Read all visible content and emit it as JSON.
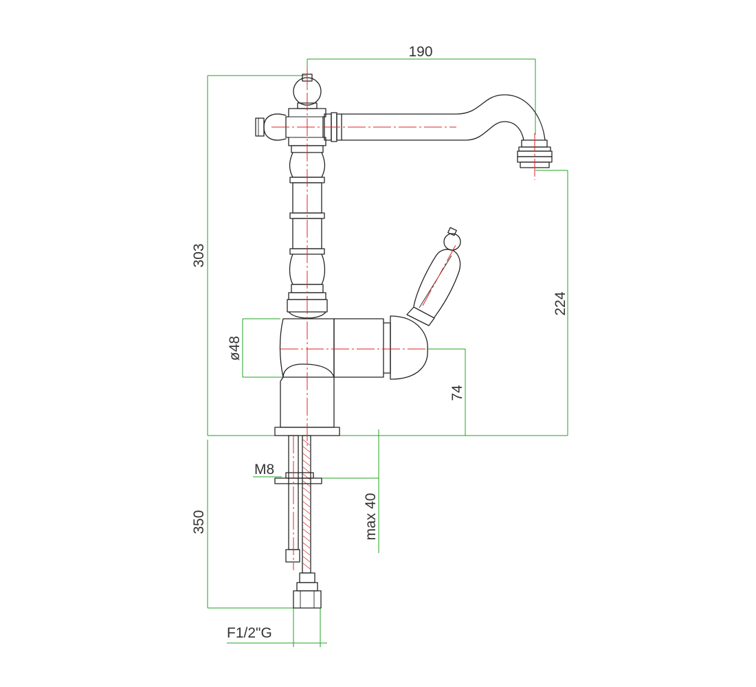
{
  "dimensions": {
    "spout_reach": "190",
    "total_height": "303",
    "spout_height": "224",
    "body_diameter": "ø48",
    "lever_height": "74",
    "rod_thread": "M8",
    "max_thickness": "max 40",
    "hose_length": "350",
    "connection": "F1/2\"G"
  },
  "colors": {
    "outline": "#222222",
    "dimension_lines": "#22a022",
    "center_lines": "#e02020",
    "text": "#333333"
  }
}
